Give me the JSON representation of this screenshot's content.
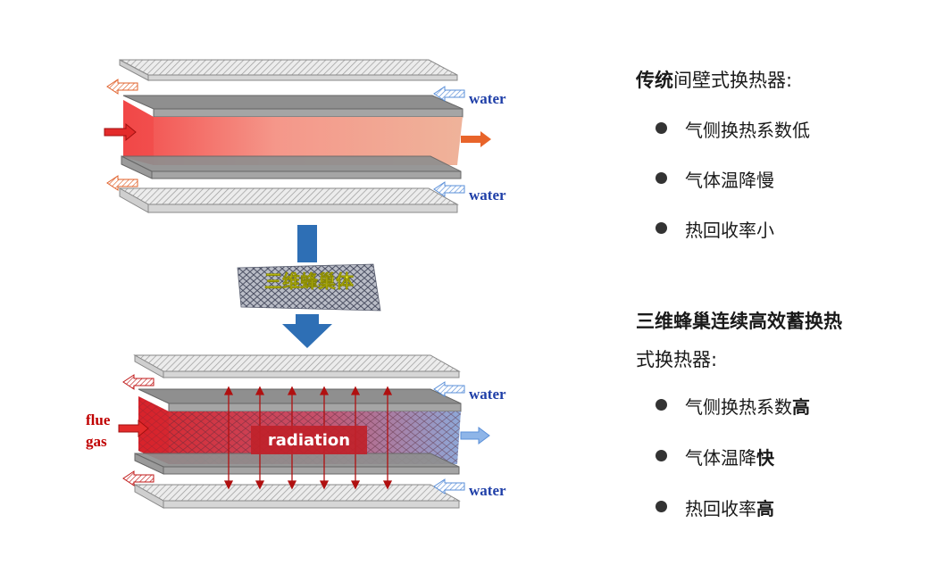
{
  "diagram": {
    "top": {
      "water_top": "water",
      "water_bottom": "water"
    },
    "transition_label": "三维蜂巢体",
    "bottom": {
      "water_top": "water",
      "water_bottom": "water",
      "flue_gas_line1": "flue",
      "flue_gas_line2": "gas",
      "radiation_label": "radiation"
    }
  },
  "traditional": {
    "heading_strong": "传统",
    "heading_rest": "间壁式换热器:",
    "bullets": [
      {
        "text": "气侧换热系数低",
        "emphasis": ""
      },
      {
        "text": "气体温降慢",
        "emphasis": ""
      },
      {
        "text": "热回收率小",
        "emphasis": ""
      }
    ]
  },
  "honeycomb": {
    "heading_line1": "三维蜂巢连续高效蓄换热",
    "heading_line2": "式换热器:",
    "bullets": [
      {
        "text": "气侧换热系数",
        "emphasis": "高"
      },
      {
        "text": "气体温降",
        "emphasis": "快"
      },
      {
        "text": "热回收率",
        "emphasis": "高"
      }
    ]
  },
  "colors": {
    "plate_gray": "#9a9a9a",
    "hot_red": "#e63232",
    "water_blue": "#1f3fa8",
    "arrow_blue": "#2e6fb5",
    "label_yellow": "#ffff33",
    "flue_red": "#c00000"
  }
}
